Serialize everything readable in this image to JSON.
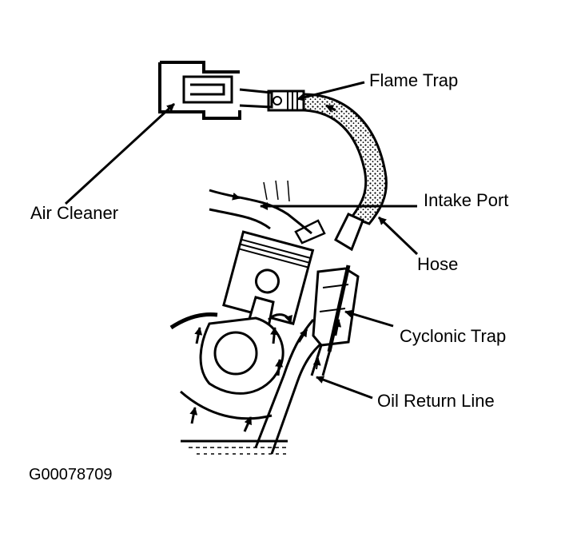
{
  "labels": {
    "flame_trap": "Flame Trap",
    "air_cleaner": "Air Cleaner",
    "intake_port": "Intake Port",
    "hose": "Hose",
    "cyclonic_trap": "Cyclonic Trap",
    "oil_return_line": "Oil Return Line"
  },
  "figure_code": "G00078709",
  "colors": {
    "ink": "#000000",
    "paper": "#ffffff"
  }
}
